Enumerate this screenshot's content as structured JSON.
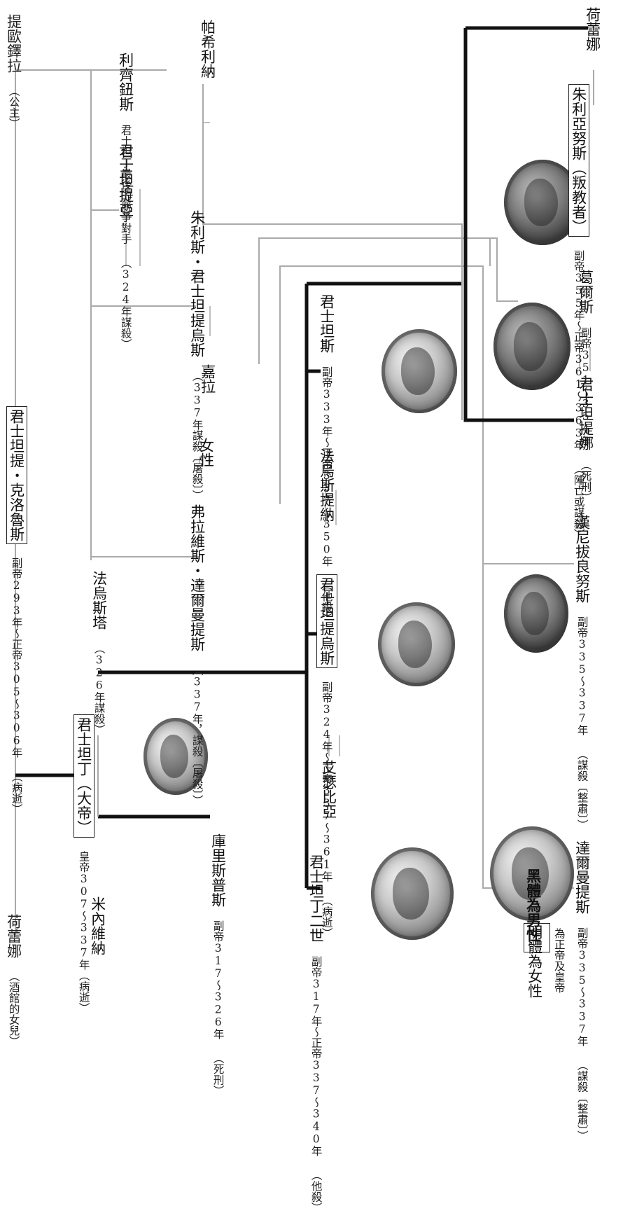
{
  "people": {
    "constantius_chlorus": {
      "name": "君士坦提・克洛魯斯",
      "reign": "副帝293年～正帝305～306年",
      "fate": "（病逝）"
    },
    "theodora": {
      "name": "提歐鐸拉",
      "note": "（公主）"
    },
    "helena_elder": {
      "name": "荷蕾娜",
      "note": "（酒館的女兒）"
    },
    "minervina": {
      "name": "米內維納"
    },
    "constantine_great": {
      "name": "君士坦丁（大帝）",
      "reign": "皇帝307～337年（病逝）"
    },
    "crispus": {
      "name": "庫里斯普斯",
      "reign": "副帝317～326年",
      "fate": "（死刑）"
    },
    "fausta": {
      "name": "法烏斯塔",
      "note": "（326年謀殺）"
    },
    "dalmatius_elder": {
      "name": "弗拉維斯・達爾曼提斯",
      "note": "（337年，謀殺〔屠殺〕）"
    },
    "female": {
      "name": "女性"
    },
    "galla": {
      "name": "嘉拉"
    },
    "julius_constantius": {
      "name": "朱利斯・君士坦提烏斯",
      "note": "（337年謀殺〔屠殺〕）"
    },
    "constantia": {
      "name": "君士坦提亞"
    },
    "licinius": {
      "name": "利齊鈕斯",
      "note": "君士坦丁最後的競爭對手",
      "fate": "（324年謀殺）"
    },
    "basilina": {
      "name": "帕希利納"
    },
    "constantine_ii": {
      "name": "君士坦丁二世",
      "reign": "副帝317年～正帝337～340年",
      "fate": "（他殺）"
    },
    "eusebia": {
      "name": "艾瑟比亞"
    },
    "constantius_ii": {
      "name": "君士坦提烏斯",
      "reign": "副帝324年～正帝337～361年",
      "fate": "（病逝）"
    },
    "faustina": {
      "name": "法烏斯提納"
    },
    "constans": {
      "name": "君士坦斯",
      "reign": "副帝333年～正帝337～350年",
      "fate": "（他殺）"
    },
    "dalmatius": {
      "name": "達爾曼提斯",
      "reign": "副帝335～337年",
      "fate": "（謀殺〔整肅〕）"
    },
    "hannibalianus": {
      "name": "漢尼拔良努斯",
      "reign": "副帝335～337年",
      "fate": "（謀殺〔整肅〕）"
    },
    "constantina": {
      "name": "君士坦提娜"
    },
    "gallus": {
      "name": "葛爾斯",
      "reign": "副帝351～354年",
      "fate": "（死刑）"
    },
    "julian": {
      "name": "朱利亞努斯（叛教者）",
      "reign": "副帝355年～正帝361～363年",
      "fate": "（陣亡或謀殺）"
    },
    "helena_younger": {
      "name": "荷蕾娜"
    }
  },
  "legend": {
    "box_label": "明體為女性",
    "box_caption": "為正帝及皇帝",
    "bold_label": "黑體為男性"
  }
}
